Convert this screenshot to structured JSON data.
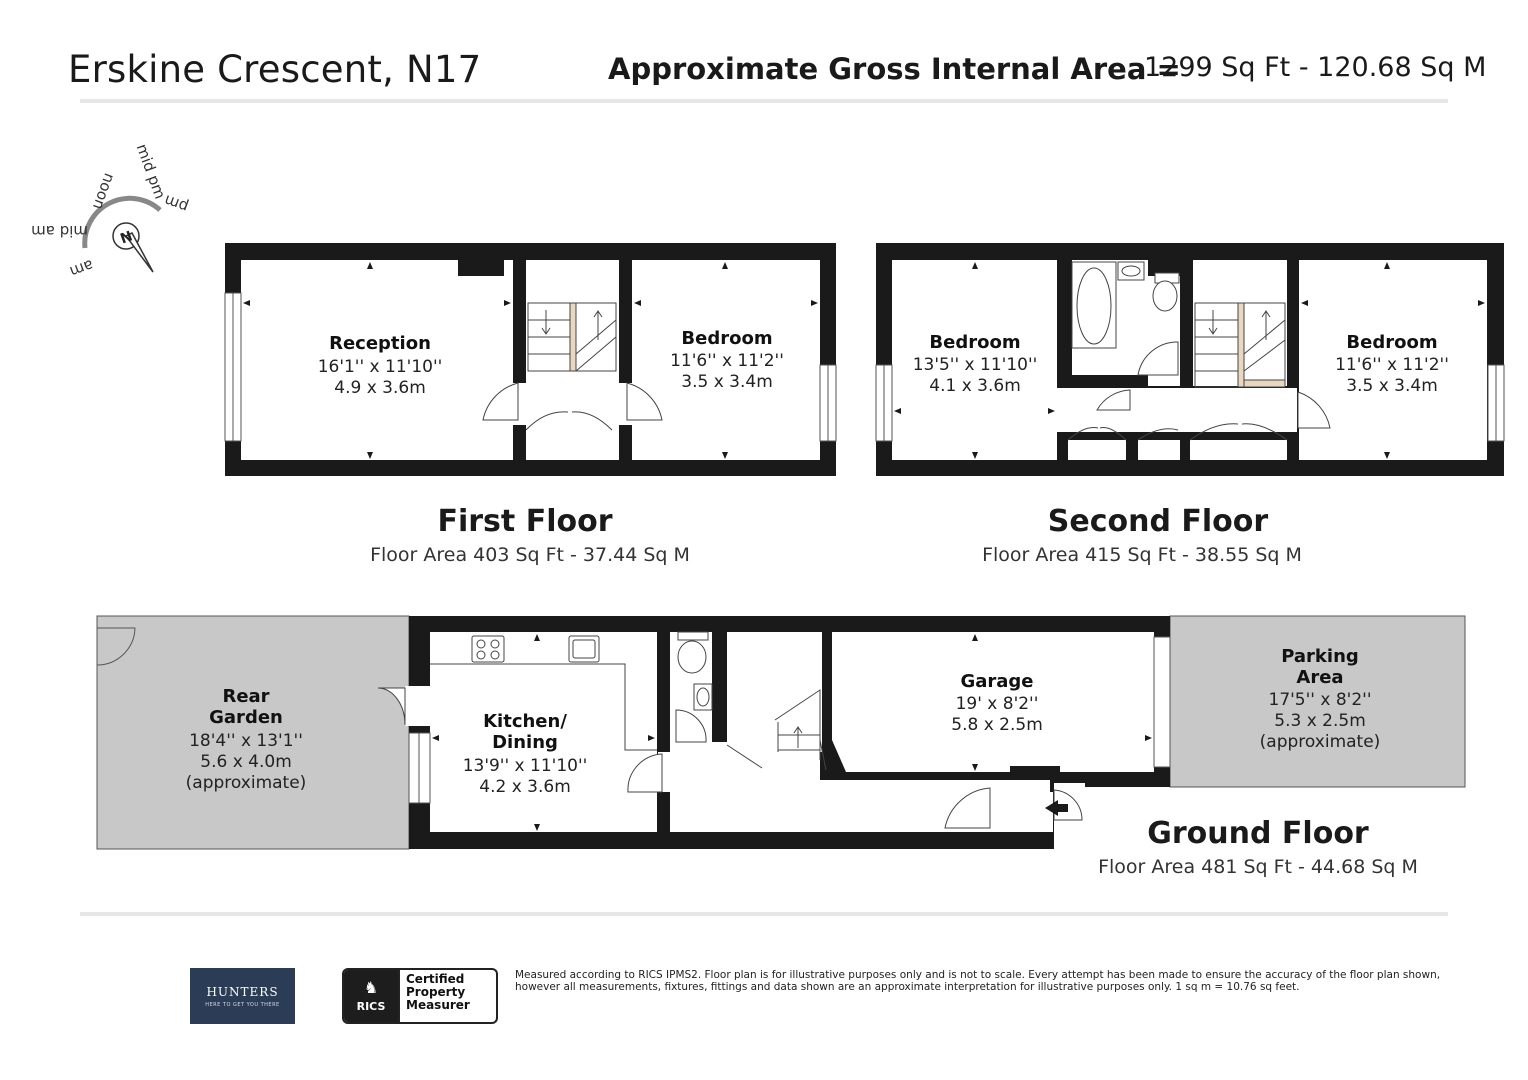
{
  "header": {
    "title": "Erskine Crescent, N17",
    "gia_label": "Approximate Gross Internal Area =",
    "gia_value": "1299 Sq Ft - 120.68 Sq M"
  },
  "compass": {
    "labels": [
      "mid am",
      "am",
      "noon",
      "mid pm",
      "pm"
    ],
    "north": "N"
  },
  "floors": {
    "first": {
      "title": "First Floor",
      "area": "Floor Area 403 Sq Ft - 37.44 Sq M",
      "rooms": {
        "reception": {
          "name": "Reception",
          "imperial": "16'1'' x 11'10''",
          "metric": "4.9 x 3.6m"
        },
        "bedroom": {
          "name": "Bedroom",
          "imperial": "11'6'' x 11'2''",
          "metric": "3.5 x 3.4m"
        }
      }
    },
    "second": {
      "title": "Second Floor",
      "area": "Floor Area 415 Sq Ft - 38.55 Sq M",
      "rooms": {
        "bedroom_left": {
          "name": "Bedroom",
          "imperial": "13'5'' x 11'10''",
          "metric": "4.1 x 3.6m"
        },
        "bedroom_right": {
          "name": "Bedroom",
          "imperial": "11'6'' x 11'2''",
          "metric": "3.5 x 3.4m"
        }
      }
    },
    "ground": {
      "title": "Ground Floor",
      "area": "Floor Area 481 Sq Ft - 44.68 Sq M",
      "rooms": {
        "rear_garden": {
          "name1": "Rear",
          "name2": "Garden",
          "imperial": "18'4'' x 13'1''",
          "metric": "5.6 x 4.0m",
          "note": "(approximate)"
        },
        "kitchen": {
          "name1": "Kitchen/",
          "name2": "Dining",
          "imperial": "13'9'' x 11'10''",
          "metric": "4.2 x 3.6m"
        },
        "garage": {
          "name": "Garage",
          "imperial": "19' x 8'2''",
          "metric": "5.8 x 2.5m"
        },
        "parking": {
          "name1": "Parking",
          "name2": "Area",
          "imperial": "17'5'' x 8'2''",
          "metric": "5.3 x 2.5m",
          "note": "(approximate)"
        }
      }
    }
  },
  "footer": {
    "hunters_name": "HUNTERS",
    "hunters_tag": "HERE TO GET YOU THERE",
    "rics_mark": "RICS",
    "rics_cert": [
      "Certified",
      "Property",
      "Measurer"
    ],
    "disclaimer": "Measured according to RICS IPMS2. Floor plan is for illustrative purposes only and is not to scale. Every attempt has been made to ensure the accuracy of the floor plan shown, however all measurements, fixtures, fittings and data shown are an approximate interpretation for illustrative purposes only. 1 sq m = 10.76 sq feet."
  },
  "colors": {
    "wall": "#1a1a1a",
    "outdoor_fill": "#c8c8c8",
    "rule": "#e6e6e6",
    "hunters_bg": "#2b3c57"
  }
}
